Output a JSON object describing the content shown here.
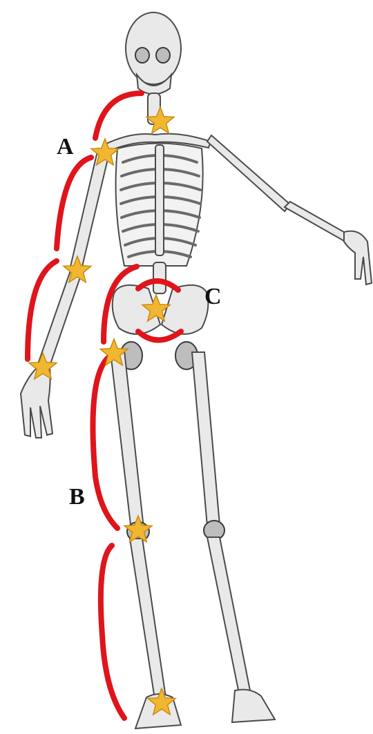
{
  "labels": {
    "a": "A",
    "b": "B",
    "c": "C"
  },
  "colors": {
    "arc": "#e0141b",
    "star": "#f2b730",
    "star_stroke": "#c98a10",
    "background": "#ffffff"
  },
  "marker_icon": "star-icon"
}
